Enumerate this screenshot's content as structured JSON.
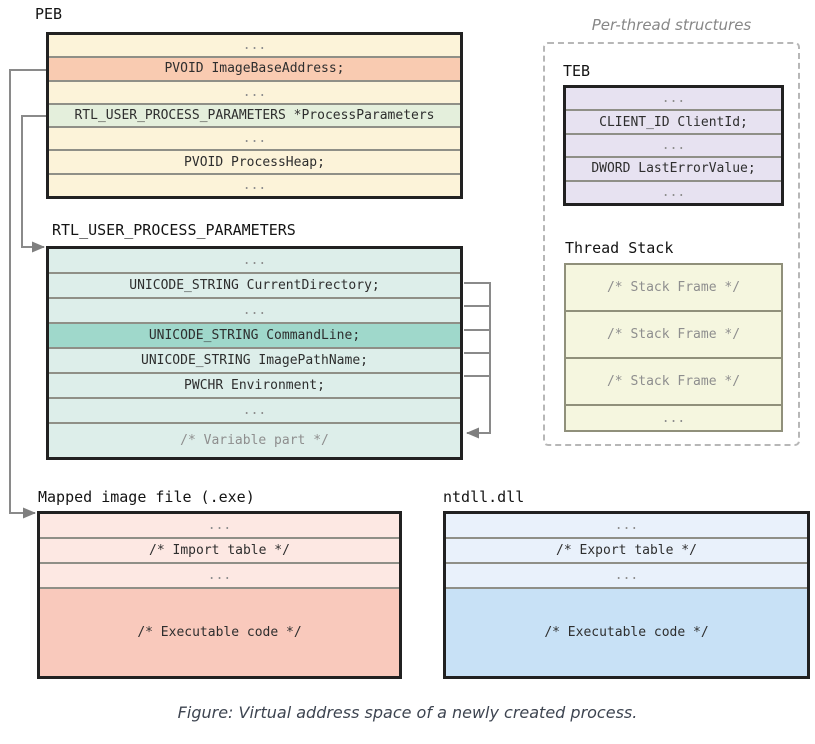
{
  "caption": "Figure: Virtual address space of a newly created process.",
  "peb": {
    "title": "PEB",
    "rows": [
      "...",
      "PVOID ImageBaseAddress;",
      "...",
      "RTL_USER_PROCESS_PARAMETERS *ProcessParameters",
      "...",
      "PVOID ProcessHeap;",
      "..."
    ]
  },
  "rtl": {
    "title": "RTL_USER_PROCESS_PARAMETERS",
    "rows": [
      "...",
      "UNICODE_STRING CurrentDirectory;",
      "...",
      "UNICODE_STRING CommandLine;",
      "UNICODE_STRING ImagePathName;",
      "PWCHR Environment;",
      "...",
      "/* Variable part */"
    ]
  },
  "per_thread": {
    "title": "Per-thread structures",
    "teb": {
      "title": "TEB",
      "rows": [
        "...",
        "CLIENT_ID ClientId;",
        "...",
        "DWORD LastErrorValue;",
        "..."
      ]
    },
    "thread_stack": {
      "title": "Thread Stack",
      "rows": [
        "/* Stack Frame */",
        "/* Stack Frame */",
        "/* Stack Frame */",
        "..."
      ]
    }
  },
  "mapped_image": {
    "title": "Mapped image file (.exe)",
    "rows": [
      "...",
      "/* Import table */",
      "...",
      "/* Executable code */"
    ]
  },
  "ntdll": {
    "title": "ntdll.dll",
    "rows": [
      "...",
      "/* Export table */",
      "...",
      "/* Executable code */"
    ]
  },
  "colors": {
    "peb_row": "#fcf3d9",
    "peb_image_base_highlight": "#f9cbb1",
    "peb_process_params_highlight": "#e4efdc",
    "rtl_row": "#ddeeea",
    "rtl_command_line_highlight": "#9fd8cb",
    "teb_row": "#e7e2f1",
    "thread_stack_row": "#f5f6df",
    "mapped_image_row": "#fde8e3",
    "mapped_image_code": "#f9c9bc",
    "ntdll_row": "#e9f1fb",
    "ntdll_code": "#c8e1f6",
    "connector": "#8a8a8a"
  }
}
